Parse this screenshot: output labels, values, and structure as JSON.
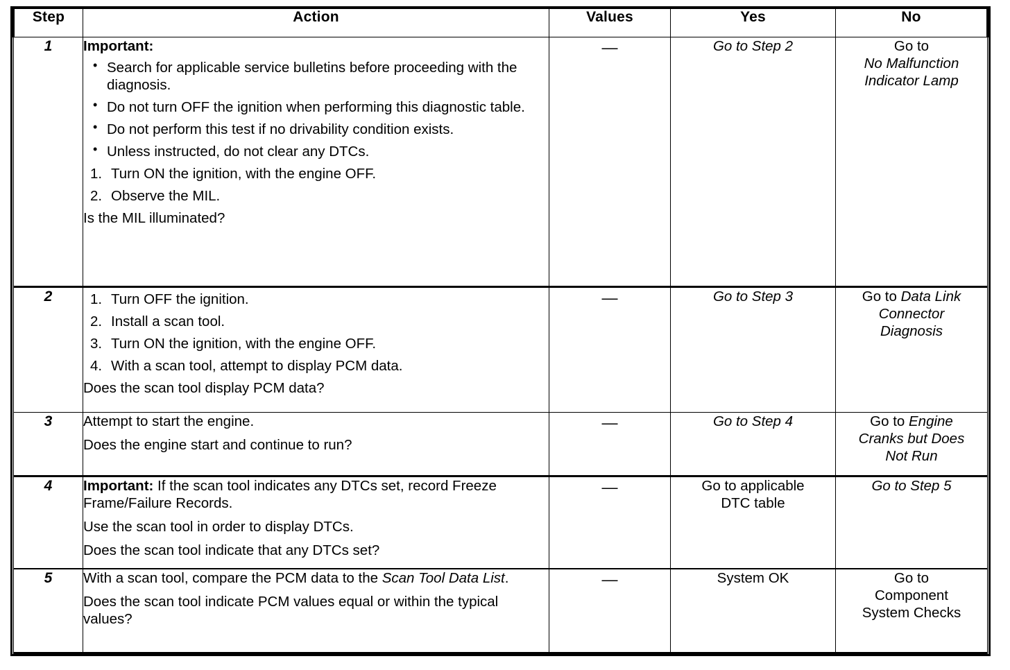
{
  "table": {
    "columns": [
      {
        "key": "step",
        "label": "Step"
      },
      {
        "key": "action",
        "label": "Action"
      },
      {
        "key": "values",
        "label": "Values"
      },
      {
        "key": "yes",
        "label": "Yes"
      },
      {
        "key": "no",
        "label": "No"
      }
    ],
    "rows": [
      {
        "step": "1",
        "values": "—",
        "action": {
          "important_label": "Important:",
          "bullets": [
            "Search for applicable service bulletins before proceeding with the diagnosis.",
            "Do not turn OFF the ignition when performing this diagnostic table.",
            "Do not perform this test if no drivability condition exists.",
            "Unless instructed, do not clear any DTCs."
          ],
          "numbered": [
            "Turn ON the ignition, with the engine OFF.",
            "Observe the MIL."
          ],
          "question": "Is the MIL illuminated?"
        },
        "yes": {
          "lines": [
            {
              "text": "Go to Step 2",
              "italic": true
            }
          ]
        },
        "no": {
          "lines": [
            {
              "text": "Go to",
              "italic": false
            },
            {
              "text": "No Malfunction",
              "italic": true
            },
            {
              "text": "Indicator Lamp",
              "italic": true
            }
          ]
        }
      },
      {
        "step": "2",
        "values": "—",
        "action": {
          "numbered": [
            "Turn OFF the ignition.",
            "Install a scan tool.",
            "Turn ON the ignition, with the engine OFF.",
            "With a scan tool, attempt to display PCM data."
          ],
          "question": "Does the scan tool display PCM data?"
        },
        "yes": {
          "lines": [
            {
              "text": "Go to Step 3",
              "italic": true
            }
          ]
        },
        "no": {
          "lines": [
            {
              "text": "Go to ",
              "italic": false,
              "suffix": "Data Link",
              "suffix_italic": true
            },
            {
              "text": "Connector",
              "italic": true
            },
            {
              "text": "Diagnosis",
              "italic": true
            }
          ]
        }
      },
      {
        "step": "3",
        "values": "—",
        "action": {
          "paragraphs": [
            "Attempt to start the engine."
          ],
          "question": "Does the engine start and continue to run?"
        },
        "yes": {
          "lines": [
            {
              "text": "Go to Step 4",
              "italic": true
            }
          ]
        },
        "no": {
          "lines": [
            {
              "text": "Go to ",
              "italic": false,
              "suffix": "Engine",
              "suffix_italic": true
            },
            {
              "text": "Cranks but Does",
              "italic": true
            },
            {
              "text": "Not Run",
              "italic": true
            }
          ]
        }
      },
      {
        "step": "4",
        "values": "—",
        "action": {
          "important_label": "Important:",
          "important_text": " If the scan tool indicates any DTCs set, record Freeze Frame/Failure Records.",
          "paragraphs": [
            "Use the scan tool in order to display DTCs."
          ],
          "question": "Does the scan tool indicate that any DTCs set?"
        },
        "yes": {
          "lines": [
            {
              "text": "Go to applicable",
              "italic": false
            },
            {
              "text": "DTC table",
              "italic": false
            }
          ]
        },
        "no": {
          "lines": [
            {
              "text": "Go to Step 5",
              "italic": true
            }
          ]
        }
      },
      {
        "step": "5",
        "values": "—",
        "action": {
          "lead_text": "With a scan tool, compare the PCM data to the ",
          "lead_italic": "Scan Tool Data List",
          "lead_tail": ".",
          "question": "Does the scan tool indicate PCM values equal or within the typical values?"
        },
        "yes": {
          "lines": [
            {
              "text": "System OK",
              "italic": false
            }
          ]
        },
        "no": {
          "lines": [
            {
              "text": "Go to",
              "italic": false
            },
            {
              "text": "Component",
              "italic": false
            },
            {
              "text": "System Checks",
              "italic": false
            }
          ]
        }
      }
    ]
  }
}
